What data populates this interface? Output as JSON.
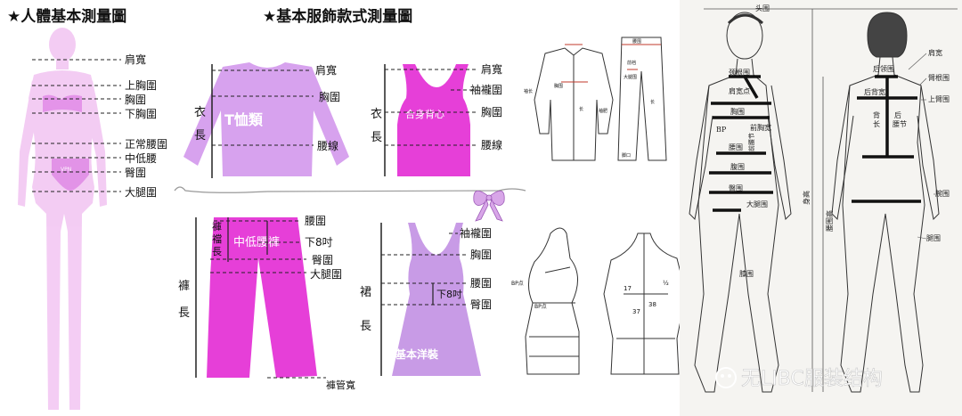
{
  "colors": {
    "pink_light": "#f2c4f2",
    "pink_mid": "#e08ae6",
    "magenta": "#e63fd8",
    "violet": "#c89be6",
    "line": "#222222",
    "sketch": "#333333",
    "measure_red": "#c0392b",
    "watermark": "#ffffff"
  },
  "panel1": {
    "title": "★人體基本測量圖",
    "labels": {
      "shoulder": "肩寬",
      "upper_chest": "上胸圍",
      "chest": "胸圍",
      "under_chest": "下胸圍",
      "waist": "正常腰圍",
      "mid_low_waist": "中低腰",
      "hip": "臀圍",
      "thigh": "大腿圍"
    },
    "body_text": "VPN"
  },
  "panel2": {
    "title": "★基本服飾款式測量圖",
    "tshirt": {
      "name": "T恤類",
      "shoulder": "肩寬",
      "chest": "胸圍",
      "waistline": "腰線",
      "length_1": "衣",
      "length_2": "長"
    },
    "tank": {
      "name": "合身背心",
      "shoulder": "肩寬",
      "armhole": "袖襱圍",
      "chest": "胸圍",
      "waistline": "腰線",
      "length_1": "衣",
      "length_2": "長"
    },
    "pants": {
      "name": "中低腰褲",
      "waist": "腰圍",
      "drop": "下8吋",
      "hip": "臀圍",
      "thigh": "大腿圍",
      "hem": "褲管寬",
      "crotch_1": "褲",
      "crotch_2": "襠",
      "crotch_3": "長",
      "length_1": "褲",
      "length_2": "長"
    },
    "dress": {
      "name": "基本洋裝",
      "armhole": "袖襱圍",
      "chest": "胸圍",
      "waist": "腰圍",
      "drop": "下8吋",
      "hip": "臀圍",
      "length_1": "裙",
      "length_2": "長"
    }
  },
  "panel3": {
    "shirt_labels": {
      "side": "袖长",
      "front": "胸围",
      "length": "长",
      "sleeve": "袖肥"
    },
    "pants_labels": {
      "waist": "腰围",
      "front": "前裆",
      "thigh": "大腿围",
      "length": "长",
      "hem": "脚口"
    },
    "form_left": {
      "bp1": "BP点",
      "bp2": "BP点"
    },
    "form_right": {
      "n1": "17",
      "n2": "½",
      "n3": "37",
      "n4": "38"
    }
  },
  "panel4": {
    "front": {
      "head": "头围",
      "neck": "颈根围",
      "shoulder": "肩宽点",
      "bust_upper": "胸围",
      "bp": "BP",
      "bust_line": "前胸宽",
      "waist": "腰围",
      "belly": "腹围",
      "hip": "臀围",
      "thigh": "大腿围",
      "knee": "膝围",
      "height": "身高",
      "crotch_height": "腰围高",
      "inseam": "前腰节"
    },
    "back": {
      "neck": "后领围",
      "back_width": "后背宽",
      "back_length_1": "背",
      "back_length_2": "长",
      "back_waist_1": "后",
      "back_waist_2": "腰节",
      "shoulder": "肩宽",
      "arm": "臂根围",
      "upper_arm": "上臂围",
      "wrist": "腕围",
      "calf": "腿围"
    },
    "watermark": "无LIBC服装结构"
  }
}
